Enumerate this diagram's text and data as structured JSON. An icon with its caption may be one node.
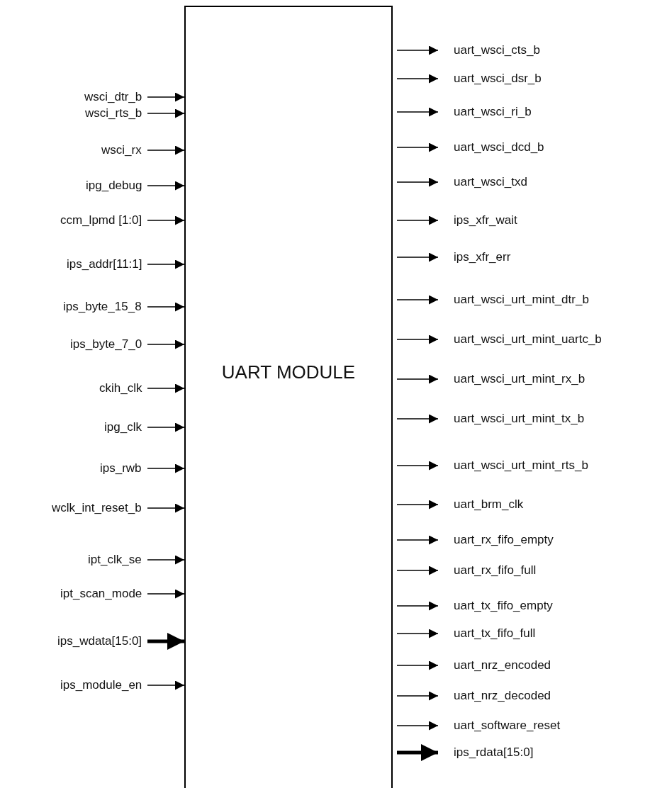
{
  "diagram": {
    "nodes": [
      {
        "text": [
          "UART MODULE"
        ]
      },
      {
        "text": [
          "wsci_dtr_b"
        ]
      },
      {
        "text": [
          "wsci_rts_b"
        ]
      },
      {
        "text": [
          "wsci_rx"
        ]
      },
      {
        "text": [
          "ipg_debug"
        ]
      },
      {
        "text": [
          "ccm_lpmd [1:0]"
        ]
      },
      {
        "text": [
          "ips_addr[11:1]"
        ]
      },
      {
        "text": [
          "ips_byte_15_8"
        ]
      },
      {
        "text": [
          "ips_byte_7_0"
        ]
      },
      {
        "text": [
          "ckih_clk"
        ]
      },
      {
        "text": [
          "ipg_clk"
        ]
      },
      {
        "text": [
          "ips_rwb"
        ]
      },
      {
        "text": [
          "wclk_int_reset_b"
        ]
      },
      {
        "text": [
          "ipt_clk_se"
        ]
      },
      {
        "text": [
          "ipt_scan_mode"
        ]
      },
      {
        "text": [
          "ips_wdata[15:0]"
        ]
      },
      {
        "text": [
          "ips_module_en"
        ]
      },
      {
        "text": [
          "uart_wsci_cts_b"
        ]
      },
      {
        "text": [
          "uart_wsci_dsr_b"
        ]
      },
      {
        "text": [
          "uart_wsci_ri_b"
        ]
      },
      {
        "text": [
          "uart_wsci_dcd_b"
        ]
      },
      {
        "text": [
          "uart_wsci_txd"
        ]
      },
      {
        "text": [
          "ips_xfr_wait"
        ]
      },
      {
        "text": [
          "ips_xfr_err"
        ]
      },
      {
        "text": [
          "uart_wsci_urt_mint_dtr_b"
        ]
      },
      {
        "text": [
          "uart_wsci_urt_mint_uartc_b"
        ]
      },
      {
        "text": [
          "uart_wsci_urt_mint_rx_b"
        ]
      },
      {
        "text": [
          "uart_wsci_urt_mint_tx_b"
        ]
      },
      {
        "text": [
          "uart_wsci_urt_mint_rts_b"
        ]
      },
      {
        "text": [
          "uart_brm_clk"
        ]
      },
      {
        "text": [
          "uart_rx_fifo_empty"
        ]
      },
      {
        "text": [
          "uart_rx_fifo_full"
        ]
      },
      {
        "text": [
          "uart_tx_fifo_empty"
        ]
      },
      {
        "text": [
          "uart_tx_fifo_full"
        ]
      },
      {
        "text": [
          "uart_nrz_encoded"
        ]
      },
      {
        "text": [
          "uart_nrz_decoded"
        ]
      },
      {
        "text": [
          "uart_software_reset"
        ]
      },
      {
        "text": [
          "ips_rdata[15:0]"
        ]
      }
    ],
    "edges": [
      {
        "from": 1,
        "to": 0,
        "arrow": "to"
      },
      {
        "from": 2,
        "to": 0,
        "arrow": "to"
      },
      {
        "from": 3,
        "to": 0,
        "arrow": "to"
      },
      {
        "from": 4,
        "to": 0,
        "arrow": "to"
      },
      {
        "from": 5,
        "to": 0,
        "arrow": "to"
      },
      {
        "from": 6,
        "to": 0,
        "arrow": "to"
      },
      {
        "from": 7,
        "to": 0,
        "arrow": "to"
      },
      {
        "from": 8,
        "to": 0,
        "arrow": "to"
      },
      {
        "from": 9,
        "to": 0,
        "arrow": "to"
      },
      {
        "from": 10,
        "to": 0,
        "arrow": "to"
      },
      {
        "from": 11,
        "to": 0,
        "arrow": "to"
      },
      {
        "from": 12,
        "to": 0,
        "arrow": "to"
      },
      {
        "from": 13,
        "to": 0,
        "arrow": "to"
      },
      {
        "from": 14,
        "to": 0,
        "arrow": "to"
      },
      {
        "from": 15,
        "to": 0,
        "arrow": "to",
        "style": "thick"
      },
      {
        "from": 16,
        "to": 0,
        "arrow": "to"
      },
      {
        "from": 0,
        "to": 17,
        "arrow": "to"
      },
      {
        "from": 0,
        "to": 18,
        "arrow": "to"
      },
      {
        "from": 0,
        "to": 19,
        "arrow": "to"
      },
      {
        "from": 0,
        "to": 20,
        "arrow": "to"
      },
      {
        "from": 0,
        "to": 21,
        "arrow": "to"
      },
      {
        "from": 0,
        "to": 22,
        "arrow": "to"
      },
      {
        "from": 0,
        "to": 23,
        "arrow": "to"
      },
      {
        "from": 0,
        "to": 24,
        "arrow": "to"
      },
      {
        "from": 0,
        "to": 25,
        "arrow": "to"
      },
      {
        "from": 0,
        "to": 26,
        "arrow": "to"
      },
      {
        "from": 0,
        "to": 27,
        "arrow": "to"
      },
      {
        "from": 0,
        "to": 28,
        "arrow": "to"
      },
      {
        "from": 0,
        "to": 29,
        "arrow": "to"
      },
      {
        "from": 0,
        "to": 30,
        "arrow": "to"
      },
      {
        "from": 0,
        "to": 31,
        "arrow": "to"
      },
      {
        "from": 0,
        "to": 32,
        "arrow": "to"
      },
      {
        "from": 0,
        "to": 33,
        "arrow": "to"
      },
      {
        "from": 0,
        "to": 34,
        "arrow": "to"
      },
      {
        "from": 0,
        "to": 35,
        "arrow": "to"
      },
      {
        "from": 0,
        "to": 36,
        "arrow": "to"
      },
      {
        "from": 0,
        "to": 37,
        "arrow": "to",
        "style": "thick"
      }
    ]
  }
}
